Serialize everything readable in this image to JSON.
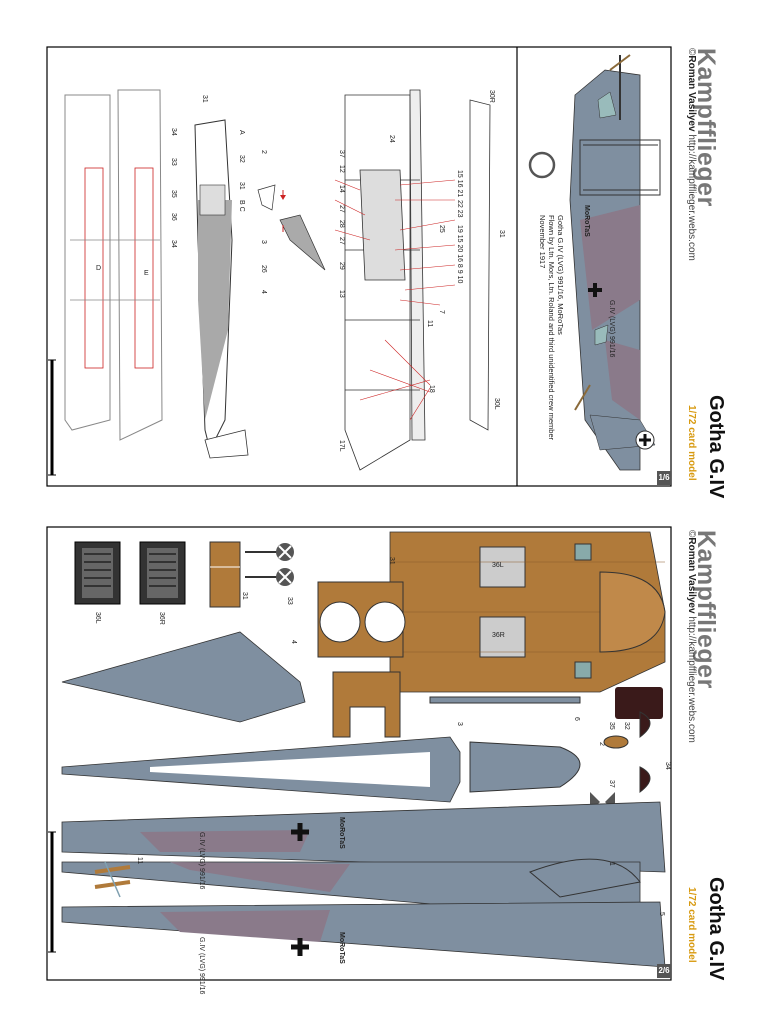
{
  "sheets": [
    {
      "brand": "Kampfflieger",
      "author_prefix": "©",
      "author": "Roman Vasilyev",
      "website": "http://kampfflieger.webs.com",
      "title": "Gotha G.IV",
      "scale_label": "1/72 card model",
      "page_label": "1/6",
      "caption": [
        "Gotha G.IV (LVG) 991/16, MoRoTas",
        "Flown by Ltn. Mors, Ltn. Roland and third unidentified crew member",
        "November 1917"
      ]
    },
    {
      "brand": "Kampfflieger",
      "author_prefix": "©",
      "author": "Roman Vasilyev",
      "website": "http://kampfflieger.webs.com",
      "title": "Gotha G.IV",
      "scale_label": "1/72 card model",
      "page_label": "2/6"
    }
  ],
  "parts_labels": [
    "36L",
    "36R",
    "31",
    "33",
    "4",
    "3",
    "2",
    "6",
    "35",
    "32",
    "37",
    "34",
    "1",
    "5",
    "11"
  ],
  "nose_art": "MoRoTaS",
  "serial": "G.IV (LVG) 991/16",
  "colors": {
    "grey_blue": "#7f8fa0",
    "mauve": "#8a7a8a",
    "brown": "#b07a3a",
    "red": "#cc2222",
    "frame": "#000000",
    "accent": "#d89a10"
  }
}
